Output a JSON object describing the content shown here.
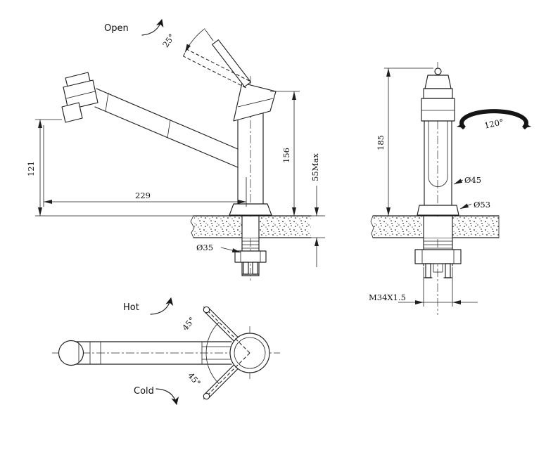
{
  "drawing": {
    "side_view": {
      "open_label": "Open",
      "handle_angle": "25°",
      "spout_height": "121",
      "reach": "229",
      "body_height": "156",
      "counter_max": "55Max",
      "hole_diameter": "Ø35"
    },
    "front_view": {
      "total_height": "185",
      "swivel_angle": "120°",
      "body_diameter": "Ø45",
      "base_diameter": "Ø53",
      "thread": "M34X1.5"
    },
    "top_view": {
      "hot_label": "Hot",
      "cold_label": "Cold",
      "hot_angle": "45°",
      "cold_angle": "45°"
    }
  }
}
